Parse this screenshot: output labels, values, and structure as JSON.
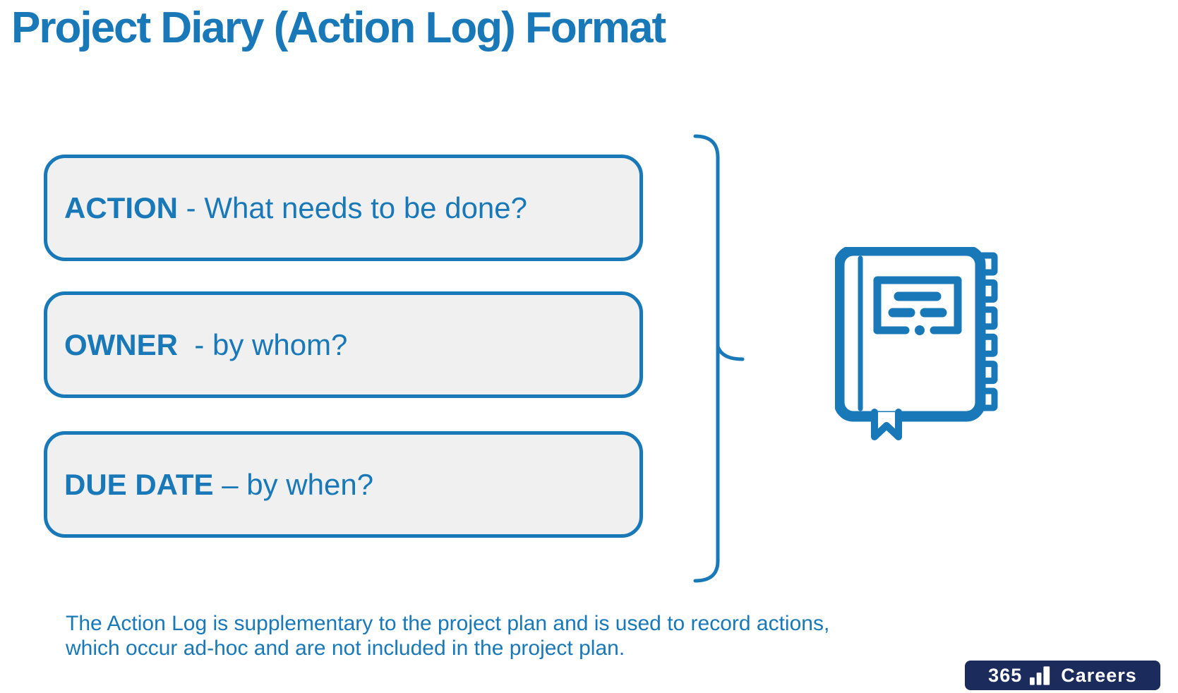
{
  "slide": {
    "title": "Project Diary (Action Log) Format",
    "items": [
      {
        "term": "ACTION",
        "desc": " - What needs to be done?"
      },
      {
        "term": "OWNER",
        "desc": "  - by whom?"
      },
      {
        "term": "DUE DATE",
        "desc": " – by when?"
      }
    ],
    "note": {
      "line1": "The Action Log is supplementary to the project plan and is used to record actions,",
      "line2": "which occur ad-hoc and are not included in the project plan."
    },
    "logo": {
      "number": "365",
      "name": "Careers"
    },
    "icons": [
      "right-brace-icon",
      "diary-notebook-icon",
      "bar-chart-icon"
    ],
    "colors": {
      "accent_blue": "#1878b8",
      "box_fill": "#f0f0f0",
      "logo_navy": "#1b2b5c"
    }
  }
}
